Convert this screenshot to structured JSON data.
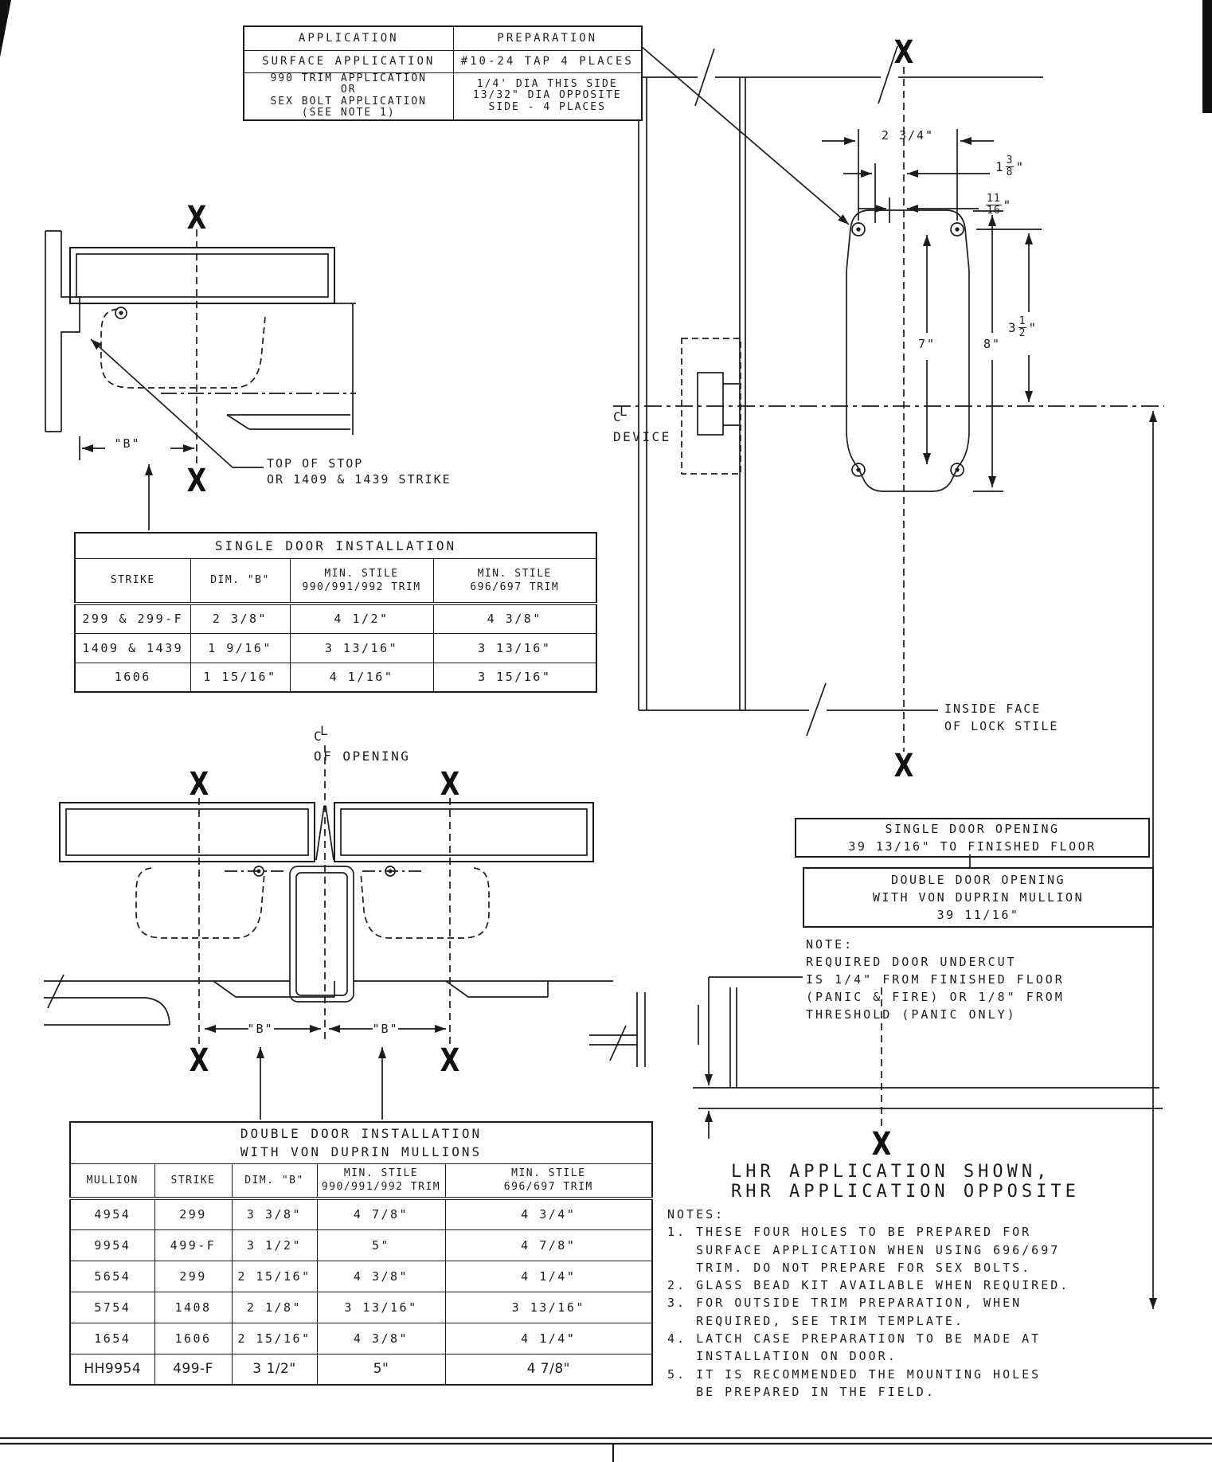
{
  "x_marker": "X",
  "cl_symbol": {
    "c": "C",
    "l": "L"
  },
  "app_table": {
    "col1_header": "APPLICATION",
    "col2_header": "PREPARATION",
    "row1_col1": "SURFACE APPLICATION",
    "row1_col2": "#10-24 TAP 4 PLACES",
    "row2_col1": "990 TRIM APPLICATION\nOR\nSEX BOLT APPLICATION\n(SEE NOTE 1)",
    "row2_col2": "1/4' DIA THIS SIDE\n13/32\" DIA OPPOSITE\nSIDE - 4 PLACES"
  },
  "single_door_drawing": {
    "b_label": "\"B\"",
    "leader_note": "TOP OF STOP\nOR 1409 & 1439 STRIKE"
  },
  "single_table": {
    "title": "SINGLE DOOR INSTALLATION",
    "columns": [
      "STRIKE",
      "DIM. \"B\"",
      "MIN. STILE\n990/991/992 TRIM",
      "MIN. STILE\n696/697 TRIM"
    ],
    "rows": [
      [
        "299 & 299-F",
        "2 3/8\"",
        "4 1/2\"",
        "4 3/8\""
      ],
      [
        "1409 & 1439",
        "1 9/16\"",
        "3 13/16\"",
        "3 13/16\""
      ],
      [
        "1606",
        "1 15/16\"",
        "4 1/16\"",
        "3 15/16\""
      ]
    ]
  },
  "device_drawing": {
    "cl_label": "DEVICE",
    "dim_width": "2 3/4\"",
    "dim_offset1": {
      "whole": "1",
      "num": "3",
      "den": "8",
      "unit": "\""
    },
    "dim_offset2": {
      "num": "11",
      "den": "16",
      "unit": "\""
    },
    "dim_vert": {
      "whole": "3",
      "num": "1",
      "den": "2",
      "unit": "\""
    },
    "dim_seven": "7\"",
    "dim_eight": "8\"",
    "inside_face_label": "INSIDE FACE\nOF LOCK STILE"
  },
  "opening_boxes": {
    "single": "SINGLE DOOR OPENING\n39 13/16\" TO FINISHED FLOOR",
    "double": "DOUBLE DOOR OPENING\nWITH VON DUPRIN MULLION\n39 11/16\""
  },
  "undercut_note": "NOTE:\nREQUIRED DOOR UNDERCUT\nIS 1/4\" FROM FINISHED FLOOR\n(PANIC & FIRE) OR 1/8\" FROM\nTHRESHOLD (PANIC ONLY)",
  "double_door_drawing": {
    "cl_label": "OF OPENING",
    "b_left": "\"B\"",
    "b_right": "\"B\""
  },
  "double_table": {
    "title": "DOUBLE DOOR INSTALLATION\nWITH VON DUPRIN MULLIONS",
    "columns": [
      "MULLION",
      "STRIKE",
      "DIM. \"B\"",
      "MIN. STILE\n990/991/992 TRIM",
      "MIN. STILE\n696/697 TRIM"
    ],
    "rows": [
      [
        "4954",
        "299",
        "3 3/8\"",
        "4 7/8\"",
        "4 3/4\""
      ],
      [
        "9954",
        "499-F",
        "3 1/2\"",
        "5\"",
        "4 7/8\""
      ],
      [
        "5654",
        "299",
        "2 15/16\"",
        "4 3/8\"",
        "4 1/4\""
      ],
      [
        "5754",
        "1408",
        "2 1/8\"",
        "3 13/16\"",
        "3 13/16\""
      ],
      [
        "1654",
        "1606",
        "2 15/16\"",
        "4 3/8\"",
        "4 1/4\""
      ],
      [
        "HH9954",
        "499-F",
        "3 1/2\"",
        "5\"",
        "4 7/8\""
      ]
    ]
  },
  "handing_note": "LHR APPLICATION SHOWN,\nRHR APPLICATION OPPOSITE",
  "notes": "NOTES:\n1. THESE FOUR HOLES TO BE PREPARED FOR\n   SURFACE APPLICATION WHEN USING 696/697\n   TRIM. DO NOT PREPARE FOR SEX BOLTS.\n2. GLASS BEAD KIT AVAILABLE WHEN REQUIRED.\n3. FOR OUTSIDE TRIM PREPARATION, WHEN\n   REQUIRED, SEE TRIM TEMPLATE.\n4. LATCH CASE PREPARATION TO BE MADE AT\n   INSTALLATION ON DOOR.\n5. IT IS RECOMMENDED THE MOUNTING HOLES\n   BE PREPARED IN THE FIELD."
}
